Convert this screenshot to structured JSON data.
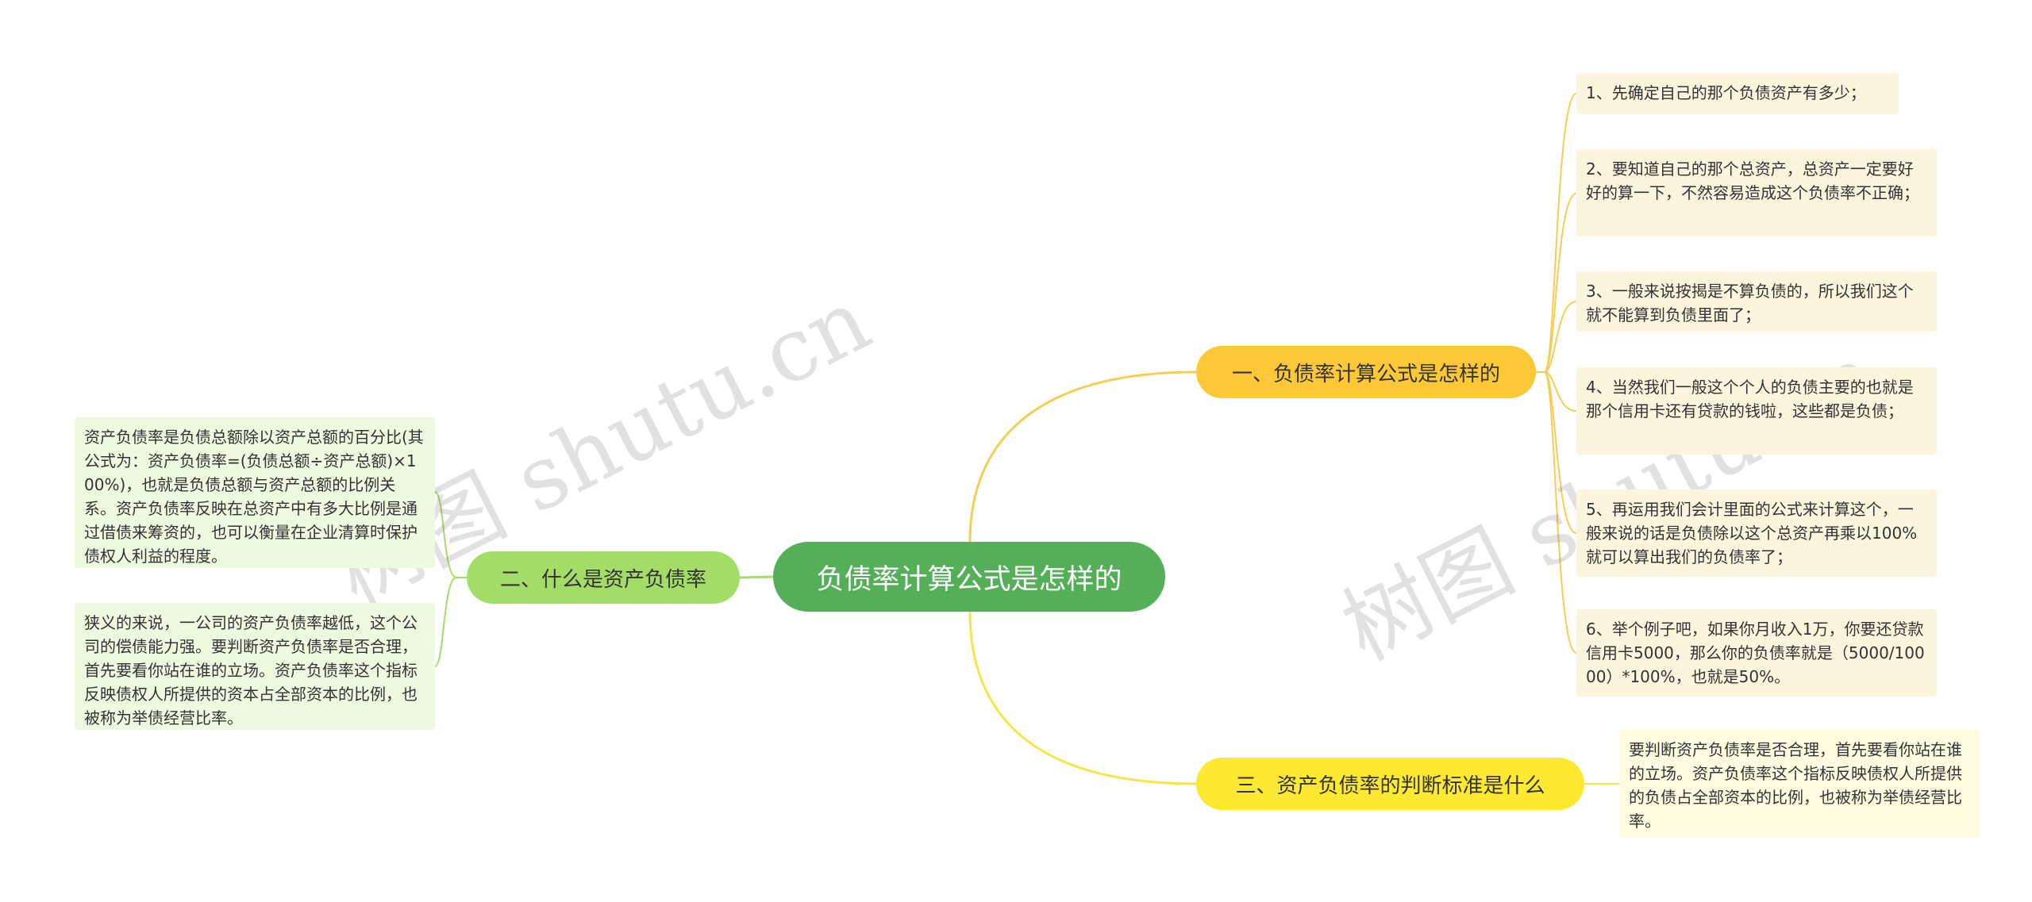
{
  "mindmap": {
    "central": "负债率计算公式是怎样的",
    "branch1": {
      "label": "一、负债率计算公式是怎样的",
      "items": [
        "1、先确定自己的那个负债资产有多少；",
        "2、要知道自己的那个总资产，总资产一定要好好的算一下，不然容易造成这个负债率不正确；",
        "3、一般来说按揭是不算负债的，所以我们这个就不能算到负债里面了；",
        "4、当然我们一般这个个人的负债主要的也就是那个信用卡还有贷款的钱啦，这些都是负债；",
        "5、再运用我们会计里面的公式来计算这个，一般来说的话是负债除以这个总资产再乘以100%就可以算出我们的负债率了；",
        "6、举个例子吧，如果你月收入1万，你要还贷款信用卡5000，那么你的负债率就是（5000/10000）*100%，也就是50%。"
      ]
    },
    "branch2": {
      "label": "二、什么是资产负债率",
      "items": [
        "资产负债率是负债总额除以资产总额的百分比(其公式为：资产负债率=(负债总额÷资产总额)×100%)，也就是负债总额与资产总额的比例关系。资产负债率反映在总资产中有多大比例是通过借债来筹资的，也可以衡量在企业清算时保护债权人利益的程度。",
        "狭义的来说，一公司的资产负债率越低，这个公司的偿债能力强。要判断资产负债率是否合理，首先要看你站在谁的立场。资产负债率这个指标反映债权人所提供的资本占全部资本的比例，也被称为举债经营比率。"
      ]
    },
    "branch3": {
      "label": "三、资产负债率的判断标准是什么",
      "items": [
        "要判断资产负债率是否合理，首先要看你站在谁的立场。资产负债率这个指标反映债权人所提供的负债占全部资本的比例，也被称为举债经营比率。"
      ]
    }
  },
  "watermarks": [
    "树图 shutu.cn",
    "树图 shutu.cn"
  ],
  "colors": {
    "central": "#55af59",
    "branch1": "#fcc838",
    "branch2": "#a3dc67",
    "branch3": "#fde832",
    "leaf_yellow": "#fdf4dd",
    "leaf_green": "#eefadf"
  }
}
